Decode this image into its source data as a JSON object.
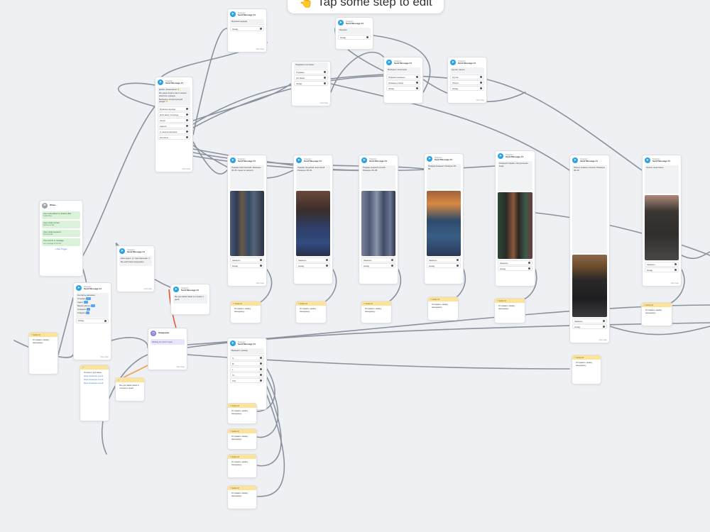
{
  "hint": {
    "icon": "👆",
    "text": "Tap some step to edit"
  },
  "node_common": {
    "small_label": "Telegram",
    "bot": "Send Message #1",
    "next": "Next Step"
  },
  "start_node": {
    "title": "When...",
    "triggers": [
      {
        "label": "User subscribed to chatbot (Bot",
        "sub": "Subscribes"
      },
      {
        "label": "User clicks ref link",
        "sub": "Reference link"
      },
      {
        "label": "User clicks keyword",
        "sub": "All keywords"
      },
      {
        "label": "User sends a message",
        "sub": "Any message to the bot"
      }
    ],
    "add": "+ New Trigger"
  },
  "menu_node": {
    "text1": "Добро пожаловать! 👋",
    "text2": "Мы рады видеть вас в нашем магазине одежды.",
    "text3": "Выберите интересующий раздел 👇",
    "buttons": [
      "Мужская одежда",
      "Мой заказ / Корзина",
      "Акции",
      "Адреса",
      "О нашем магазине",
      "Контакты"
    ]
  },
  "top_left_node": {
    "text": "Мужская одежда",
    "buttons": [
      "Назад"
    ]
  },
  "top_mid_node": {
    "text": "Корзина",
    "buttons": [
      "Назад"
    ]
  },
  "center_node": {
    "text": "Пиджаки и костюмы",
    "buttons": [
      "Пиджаки",
      "Костюмы",
      "Назад"
    ]
  },
  "center2_node": {
    "text": "Выберите категорию",
    "buttons": [
      "Пиджаки кожаные",
      "Кожаные плащи",
      "Назад"
    ]
  },
  "right_node": {
    "text": "Куртки, пальто",
    "buttons": [
      "Куртки",
      "Пальто",
      "Назад"
    ]
  },
  "products": [
    {
      "text": "Пиджак классический. Размеры 46–56. Цена по запросу.",
      "buttons": [
        "Заказать",
        "Назад"
      ]
    },
    {
      "text": "Пиджак твидовый шерстяной. Размеры 48–54.",
      "buttons": [
        "Заказать",
        "Назад"
      ]
    },
    {
      "text": "Пиджак льняной летний. Размеры 46–58.",
      "buttons": [
        "Заказать",
        "Назад"
      ]
    },
    {
      "text": "Пиджак вязаный. Размеры 48–56.",
      "buttons": [
        "Заказать",
        "Назад"
      ]
    },
    {
      "text": "Кожаный пиджак. Натуральная кожа.",
      "buttons": [
        "Заказать",
        "Назад"
      ]
    },
    {
      "text": "Пальто зимнее с мехом. Размеры 48–60.",
      "buttons": [
        "Заказать",
        "Назад"
      ]
    },
    {
      "text": "Пальто шерстяное.",
      "buttons": [
        "Заказать",
        "Назад"
      ]
    }
  ],
  "actions": [
    {
      "header": "Action #",
      "text": "Отправить заявку менеджеру"
    },
    {
      "header": "Action #",
      "text": "Отправить заявку менеджеру"
    },
    {
      "header": "Action #",
      "text": "Отправить заявку менеджеру"
    },
    {
      "header": "Action #",
      "text": "Отправить заявку менеджеру"
    },
    {
      "header": "Action #",
      "text": "Отправить заявку менеджеру"
    },
    {
      "header": "Action #",
      "text": "Отправить заявку менеджеру"
    },
    {
      "header": "Action #",
      "text": "Отправить заявку менеджеру"
    },
    {
      "header": "Action #",
      "text": "Отправить заявку менеджеру"
    }
  ],
  "contacts_node": {
    "text": "Контакты магазина",
    "fields": [
      "Телефон",
      "Адрес",
      "Время работы",
      "Instagram",
      "Telegram"
    ],
    "button": "Назад"
  },
  "pay_node": {
    "text": "Оплата и доставка",
    "link1": "https://example.com/1",
    "link2": "https://example.com/2",
    "link3": "https://example.com/3"
  },
  "info_node": {
    "text": "Мы доставим заказ в течение 2 дней"
  },
  "address_node": {
    "text": "Наш адрес: ул. Центральная, 1",
    "sub": "Мы работаем ежедневно"
  },
  "purple_node": {
    "text": "Ожидание",
    "pill": "Waiting for User's reply"
  },
  "bottom_menu": {
    "text": "Выберите размер",
    "buttons": [
      "S",
      "M",
      "L",
      "XL",
      "XXL"
    ]
  },
  "colors": {
    "bg": "#eef0f3",
    "wire": "#8a929e",
    "telegram": "#2aa1e0",
    "action": "#fbe39a",
    "orange": "#f0a050",
    "red": "#e05a3a"
  }
}
